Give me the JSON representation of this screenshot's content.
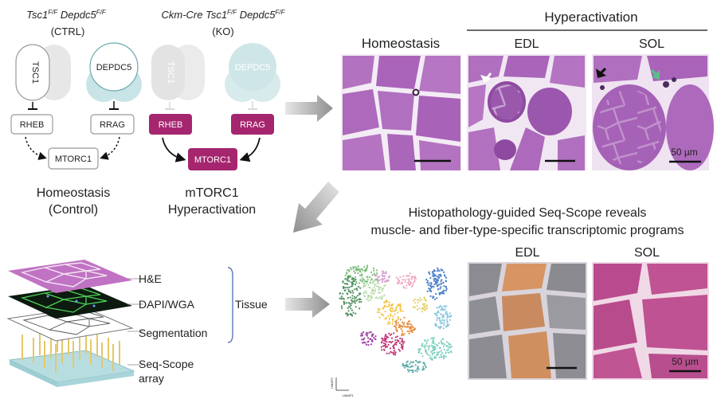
{
  "left_panel": {
    "ctrl": {
      "genotype_part1": "Tsc1",
      "genotype_sup1": "F/F",
      "genotype_part2": " Depdc5",
      "genotype_sup2": "F/F",
      "group_label": "(CTRL)",
      "tsc1": "TSC1",
      "depdc5": "DEPDC5",
      "rheb": "RHEB",
      "rrag": "RRAG",
      "mtorc1": "MTORC1",
      "state_line1": "Homeostasis",
      "state_line2": "(Control)"
    },
    "ko": {
      "genotype_part0": "Ckm-Cre ",
      "genotype_part1": "Tsc1",
      "genotype_sup1": "F/F",
      "genotype_part2": " Depdc5",
      "genotype_sup2": "F/F",
      "group_label": "(KO)",
      "tsc1": "TSC1",
      "depdc5": "DEPDC5",
      "rheb": "RHEB",
      "rrag": "RRAG",
      "mtorc1": "MTORC1",
      "state_line1": "mTORC1",
      "state_line2": "Hyperactivation"
    }
  },
  "histology_top": {
    "homeostasis_title": "Homeostasis",
    "hyperactivation_title": "Hyperactivation",
    "edl_title": "EDL",
    "sol_title": "SOL",
    "scale_label": "50 µm"
  },
  "seqscope": {
    "title_line1": "Histopathology-guided Seq-Scope reveals",
    "title_line2": "muscle- and fiber-type-specific transcriptomic programs",
    "layers": {
      "he": "H&E",
      "dapi": "DAPI/WGA",
      "segmentation": "Segmentation",
      "array_line1": "Seq-Scope",
      "array_line2": "array"
    },
    "tissue_label": "Tissue",
    "umap_x": "UMAP1",
    "umap_y": "UMAP2",
    "edl_title": "EDL",
    "sol_title": "SOL",
    "scale_label": "50 µm"
  },
  "colors": {
    "magenta": "#a5266f",
    "teal": "#b9dde0",
    "he_pink": "#c173c3",
    "arrow_gray": "#9c9c9c"
  }
}
